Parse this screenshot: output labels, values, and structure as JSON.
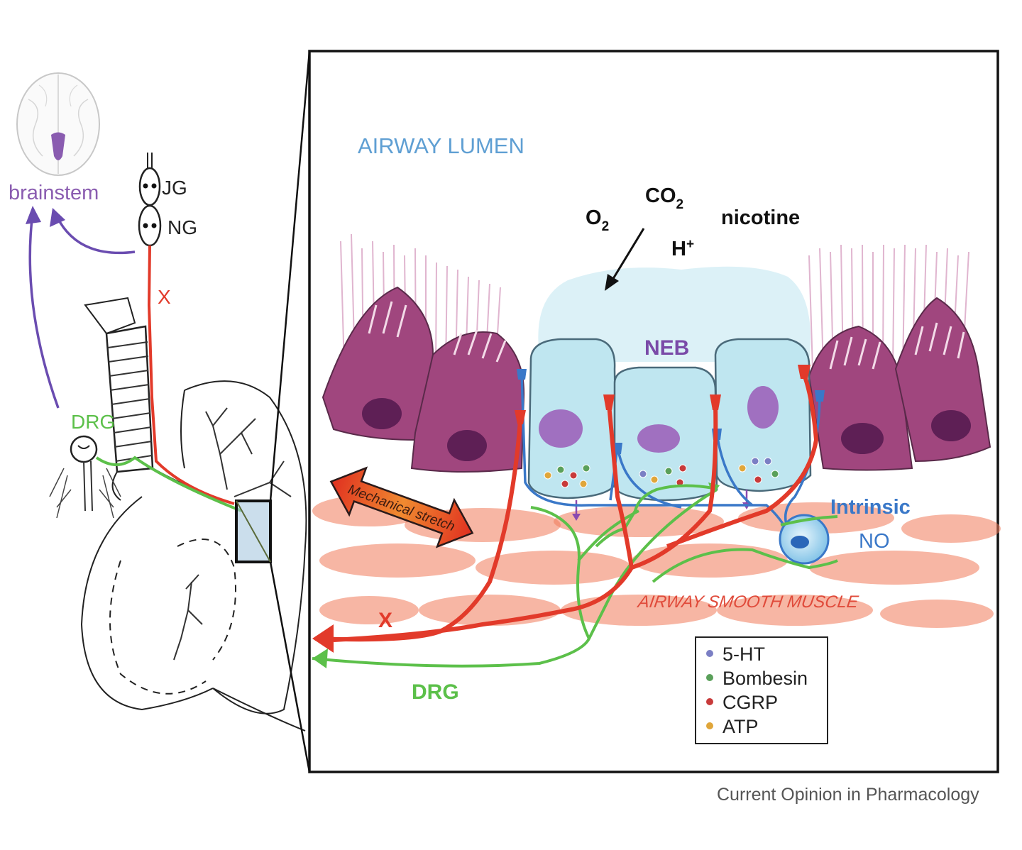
{
  "left_panel": {
    "brainstem": "brainstem",
    "jg": "JG",
    "ng": "NG",
    "vagus": "X",
    "drg": "DRG"
  },
  "inset": {
    "lumen": "AIRWAY LUMEN",
    "o2_main": "O",
    "o2_sub": "2",
    "co2_main": "CO",
    "co2_sub": "2",
    "nicotine": "nicotine",
    "h_main": "H",
    "h_sup": "+",
    "neb": "NEB",
    "stretch": "Mechanical stretch",
    "intrinsic": "Intrinsic",
    "no": "NO",
    "smooth_muscle": "AIRWAY SMOOTH MUSCLE",
    "vagus": "X",
    "drg": "DRG"
  },
  "legend": [
    {
      "label": "5-HT",
      "color": "#7b7fc4"
    },
    {
      "label": "Bombesin",
      "color": "#5aa05a"
    },
    {
      "label": "CGRP",
      "color": "#c83a3a"
    },
    {
      "label": "ATP",
      "color": "#e0a63a"
    }
  ],
  "colors": {
    "vagal": "#e23a2a",
    "drg": "#5cc04a",
    "intrinsic": "#3a78c8",
    "brainstem": "#8a5cb0",
    "ciliated_cell": "#a0467e",
    "neb_cell": "#bfe6f0",
    "smooth_muscle": "#f08a6a"
  },
  "credit": "Current Opinion in Pharmacology"
}
